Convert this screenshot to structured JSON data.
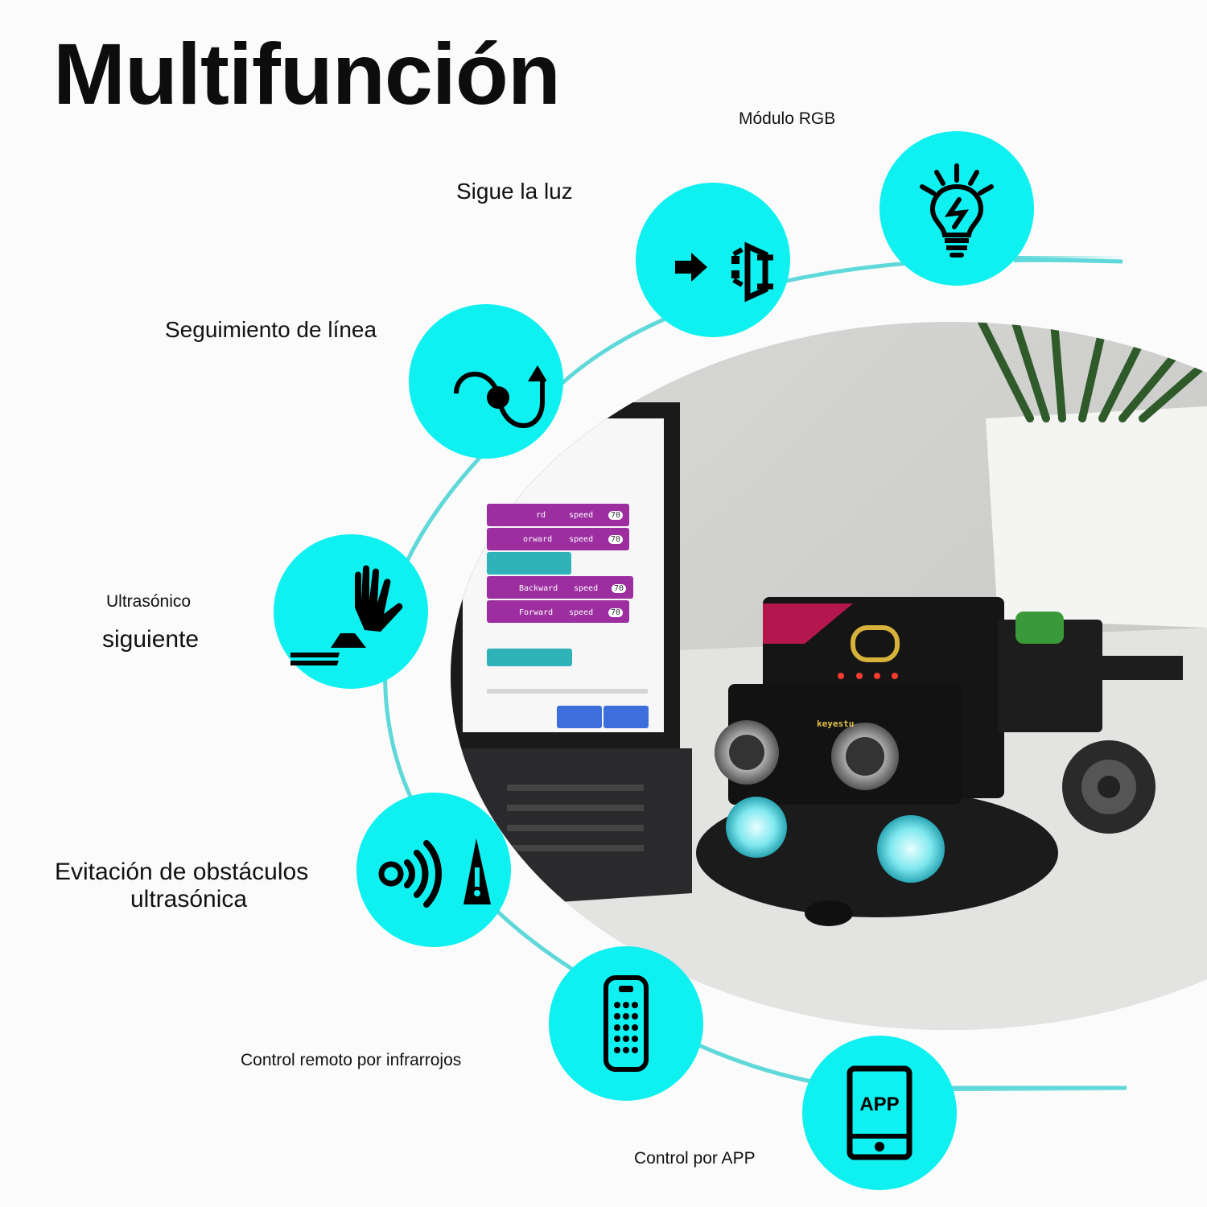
{
  "title": "Multifunción",
  "accent_color": "#0ff0f0",
  "features": [
    {
      "label": "Módulo RGB",
      "icon": "light-bulb-icon"
    },
    {
      "label": "Sigue la luz",
      "icon": "flashlight-arrow-icon"
    },
    {
      "label": "Seguimiento de línea",
      "icon": "line-path-icon"
    },
    {
      "label_line1": "Ultrasónico",
      "label_line2": "siguiente",
      "icon": "hand-follow-icon"
    },
    {
      "label_line1": "Evitación de obstáculos",
      "label_line2": "ultrasónica",
      "icon": "ultrasonic-warning-icon"
    },
    {
      "label": "Control remoto por infrarrojos",
      "icon": "remote-control-icon"
    },
    {
      "label": "Control por APP",
      "icon": "tablet-app-icon",
      "icon_text": "APP"
    }
  ],
  "photo": {
    "robot_brand": "keyestu",
    "code_blocks": [
      {
        "direction": "rd",
        "speed_label": "speed",
        "speed_value": "70"
      },
      {
        "direction": "orward",
        "speed_label": "speed",
        "speed_value": "70"
      },
      {
        "direction": "Backward",
        "speed_label": "speed",
        "speed_value": "70"
      },
      {
        "direction": "Forward",
        "speed_label": "speed",
        "speed_value": "70"
      }
    ]
  }
}
